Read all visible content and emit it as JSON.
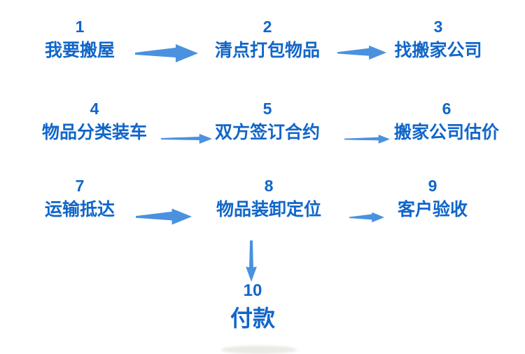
{
  "page": {
    "background_color": "#ffffff",
    "description_text": ""
  },
  "colors": {
    "step_text": "#1166c9",
    "arrow": "#4a91e0"
  },
  "flowchart": {
    "type": "process-flow",
    "steps": [
      {
        "number": "1",
        "label": "我要搬屋"
      },
      {
        "number": "2",
        "label": "清点打包物品"
      },
      {
        "number": "3",
        "label": "找搬家公司"
      },
      {
        "number": "4",
        "label": "物品分类装车"
      },
      {
        "number": "5",
        "label": "双方签订合约"
      },
      {
        "number": "6",
        "label": "搬家公司估价"
      },
      {
        "number": "7",
        "label": "运输抵达"
      },
      {
        "number": "8",
        "label": "物品装卸定位"
      },
      {
        "number": "9",
        "label": "客户验收"
      },
      {
        "number": "10",
        "label": "付款"
      }
    ],
    "connections": [
      {
        "from": "1",
        "to": "2",
        "direction": "right",
        "style": "thick-tapered"
      },
      {
        "from": "2",
        "to": "3",
        "direction": "right",
        "style": "thick-tapered"
      },
      {
        "from": "4",
        "to": "5",
        "direction": "right",
        "style": "thin"
      },
      {
        "from": "5",
        "to": "6",
        "direction": "right",
        "style": "thin"
      },
      {
        "from": "7",
        "to": "8",
        "direction": "right",
        "style": "thick-tapered"
      },
      {
        "from": "8",
        "to": "9",
        "direction": "right",
        "style": "thick-tapered"
      },
      {
        "from": "8",
        "to": "10",
        "direction": "down",
        "style": "tapered"
      }
    ]
  }
}
